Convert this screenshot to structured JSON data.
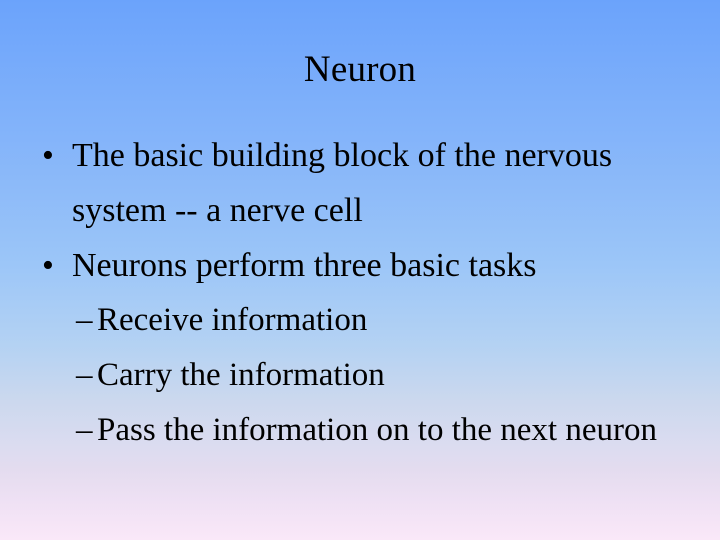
{
  "slide": {
    "title": "Neuron",
    "background": {
      "top_color": "#6BA3FB",
      "mid_color": "#9CC6F8",
      "bottom_color": "#FAE8F8",
      "direction": "vertical"
    },
    "text_color": "#000000",
    "bullets": [
      {
        "level": 1,
        "marker": "•",
        "marker_name": "round-bullet",
        "text": "The basic building block of the nervous system -- a nerve cell"
      },
      {
        "level": 1,
        "marker": "•",
        "marker_name": "round-bullet",
        "text": "Neurons perform three basic tasks"
      },
      {
        "level": 2,
        "marker": "–",
        "marker_name": "dash-bullet",
        "text": "Receive information"
      },
      {
        "level": 2,
        "marker": "–",
        "marker_name": "dash-bullet",
        "text": "Carry the information"
      },
      {
        "level": 2,
        "marker": "–",
        "marker_name": "dash-bullet",
        "text": "Pass the information on to the next neuron"
      }
    ]
  }
}
